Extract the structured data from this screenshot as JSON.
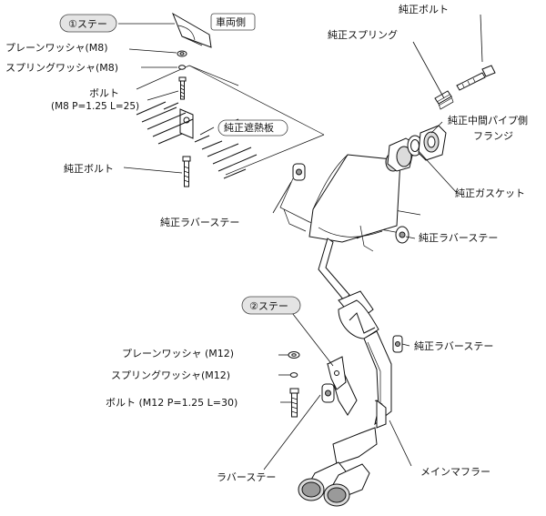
{
  "labels": {
    "stay1": "①ステー",
    "vehicle_side": "車両側",
    "plain_washer_m8": "プレーンワッシャ(M8)",
    "spring_washer_m8": "スプリングワッシャ(M8)",
    "bolt_m8_line1": "ボルト",
    "bolt_m8_line2": "(M8 P=1.25 L=25)",
    "oem_heat_shield": "純正遮熱板",
    "oem_bolt_left": "純正ボルト",
    "oem_rubber_stay_left": "純正ラバーステー",
    "oem_bolt_top": "純正ボルト",
    "oem_spring": "純正スプリング",
    "oem_mid_pipe_flange_line1": "純正中間パイプ側",
    "oem_mid_pipe_flange_line2": "フランジ",
    "oem_gasket": "純正ガスケット",
    "oem_rubber_stay_right": "純正ラバーステー",
    "oem_rubber_stay_mid": "純正ラバーステー",
    "stay2": "②ステー",
    "plain_washer_m12": "プレーンワッシャ (M12)",
    "spring_washer_m12": "スプリングワッシャ(M12)",
    "bolt_m12": "ボルト (M12 P=1.25 L=30)",
    "rubber_stay": "ラバーステー",
    "main_muffler": "メインマフラー"
  }
}
